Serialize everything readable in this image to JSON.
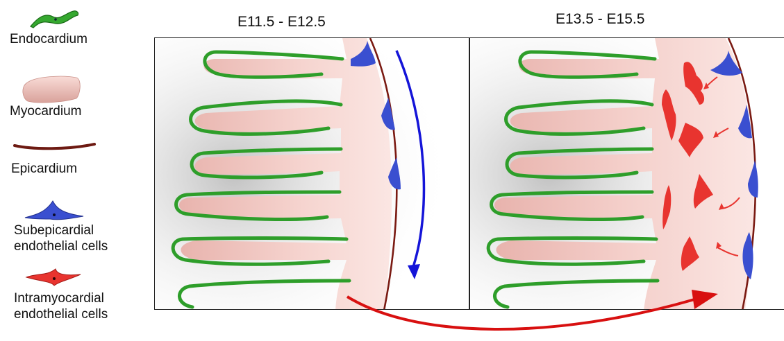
{
  "legend": {
    "endocardium": "Endocardium",
    "myocardium": "Myocardium",
    "epicardium": "Epicardium",
    "subepicardial_line1": "Subepicardial",
    "subepicardial_line2": "endothelial cells",
    "intramyocardial_line1": "Intramyocardial",
    "intramyocardial_line2": "endothelial cells"
  },
  "panels": {
    "left_title": "E11.5 - E12.5",
    "right_title": "E13.5 - E15.5"
  },
  "colors": {
    "endocardium": "#2e9e2a",
    "endocardium_dark": "#1b6b18",
    "myocardium": "#f2c9c4",
    "epicardium": "#7a1a12",
    "subepicardial": "#3a4fd0",
    "intramyocardial": "#e8342f",
    "migration_arrow_blue": "#1414d8",
    "transition_arrow_red": "#d81010"
  }
}
